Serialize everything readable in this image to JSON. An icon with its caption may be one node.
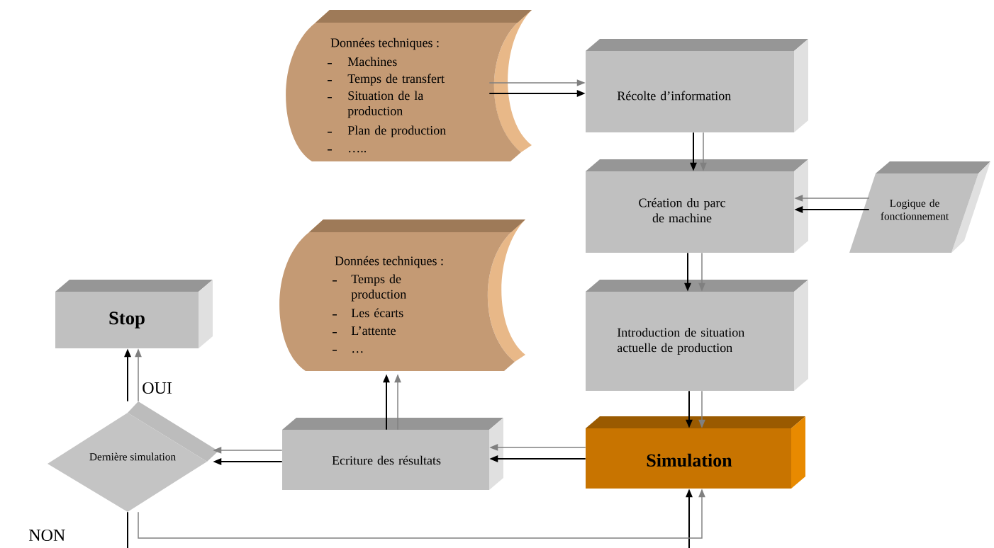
{
  "diagram": {
    "nodes": [
      {
        "text": [
          "Données techniques :",
          "Machines",
          "Temps de transfert",
          "Situation de la production",
          "Plan de production",
          "….."
        ]
      },
      {
        "text": [
          "Récolte d’information"
        ]
      },
      {
        "text": [
          "Création du parc de machine"
        ]
      },
      {
        "text": [
          "Logique de fonctionnement"
        ]
      },
      {
        "text": [
          "Données techniques :",
          "Temps de production",
          "Les écarts",
          "L’attente",
          "…"
        ]
      },
      {
        "text": [
          "Stop"
        ]
      },
      {
        "text": [
          "Introduction de situation actuelle de production"
        ]
      },
      {
        "text": [
          "Dernière simulation"
        ]
      },
      {
        "text": [
          "Ecriture des résultats"
        ]
      },
      {
        "text": [
          "Simulation"
        ]
      }
    ],
    "edges": [
      {
        "from": 0,
        "to": 1,
        "arrow": "to"
      },
      {
        "from": 0,
        "to": 1,
        "arrow": "to",
        "color": "#808080"
      },
      {
        "from": 1,
        "to": 2,
        "arrow": "to"
      },
      {
        "from": 1,
        "to": 2,
        "arrow": "to",
        "color": "#808080"
      },
      {
        "from": 3,
        "to": 2,
        "arrow": "to"
      },
      {
        "from": 3,
        "to": 2,
        "arrow": "to",
        "color": "#808080"
      },
      {
        "from": 2,
        "to": 6,
        "arrow": "to"
      },
      {
        "from": 2,
        "to": 6,
        "arrow": "to",
        "color": "#808080"
      },
      {
        "from": 6,
        "to": 9,
        "arrow": "to"
      },
      {
        "from": 6,
        "to": 9,
        "arrow": "to",
        "color": "#808080"
      },
      {
        "from": 9,
        "to": 8,
        "arrow": "to"
      },
      {
        "from": 9,
        "to": 8,
        "arrow": "to",
        "color": "#808080"
      },
      {
        "from": 8,
        "to": 7,
        "arrow": "to"
      },
      {
        "from": 8,
        "to": 7,
        "arrow": "to",
        "color": "#808080"
      },
      {
        "from": 8,
        "to": 4,
        "arrow": "to"
      },
      {
        "from": 8,
        "to": 4,
        "arrow": "to",
        "color": "#808080"
      },
      {
        "from": 7,
        "to": 5,
        "arrow": "to",
        "label": "OUI"
      },
      {
        "from": 7,
        "to": 5,
        "arrow": "to",
        "color": "#808080"
      },
      {
        "from": 7,
        "to": null,
        "arrow": "none",
        "label": "NON"
      },
      {
        "from": null,
        "to": 9,
        "arrow": "to"
      },
      {
        "from": 7,
        "to": 9,
        "arrow": "to",
        "color": "#808080"
      }
    ]
  }
}
